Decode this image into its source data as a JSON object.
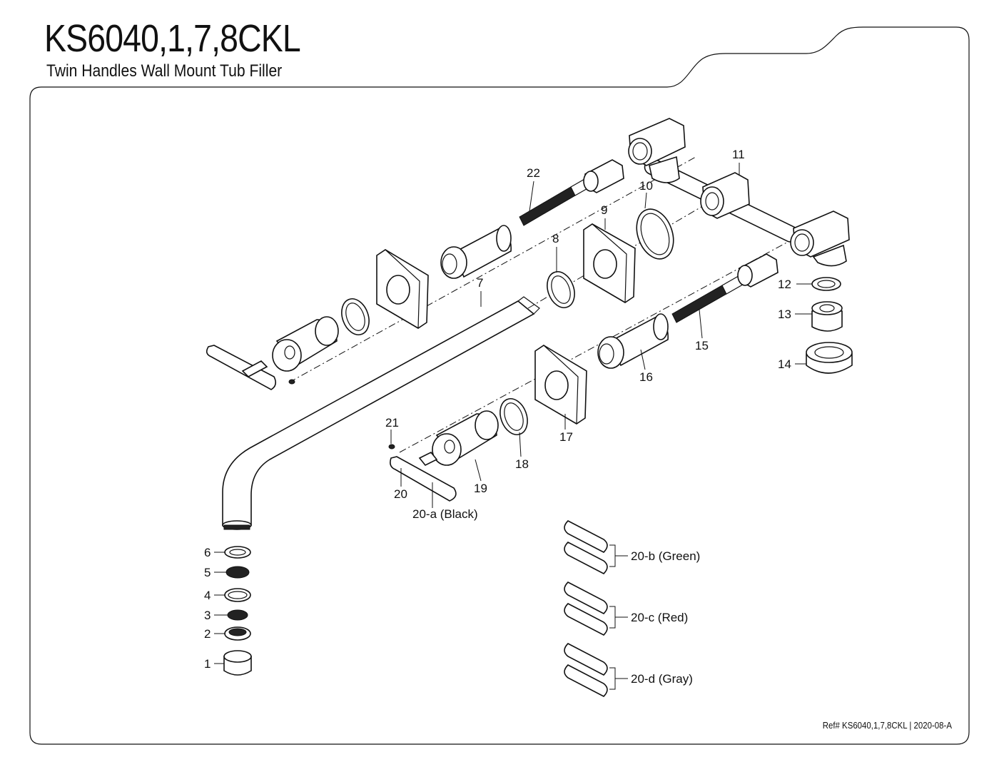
{
  "header": {
    "model": "KS6040,1,7,8CKL",
    "subtitle": "Twin Handles Wall Mount Tub Filler"
  },
  "footer": {
    "reference": "Ref# KS6040,1,7,8CKL | 2020-08-A"
  },
  "parts": {
    "p1": "1",
    "p2": "2",
    "p3": "3",
    "p4": "4",
    "p5": "5",
    "p6": "6",
    "p7": "7",
    "p8": "8",
    "p9": "9",
    "p10": "10",
    "p11": "11",
    "p12": "12",
    "p13": "13",
    "p14": "14",
    "p15": "15",
    "p16": "16",
    "p17": "17",
    "p18": "18",
    "p19": "19",
    "p20": "20",
    "p21": "21",
    "p22": "22"
  },
  "handle_options": {
    "black": "20-a (Black)",
    "green": "20-b (Green)",
    "red": "20-c (Red)",
    "gray": "20-d (Gray)"
  }
}
